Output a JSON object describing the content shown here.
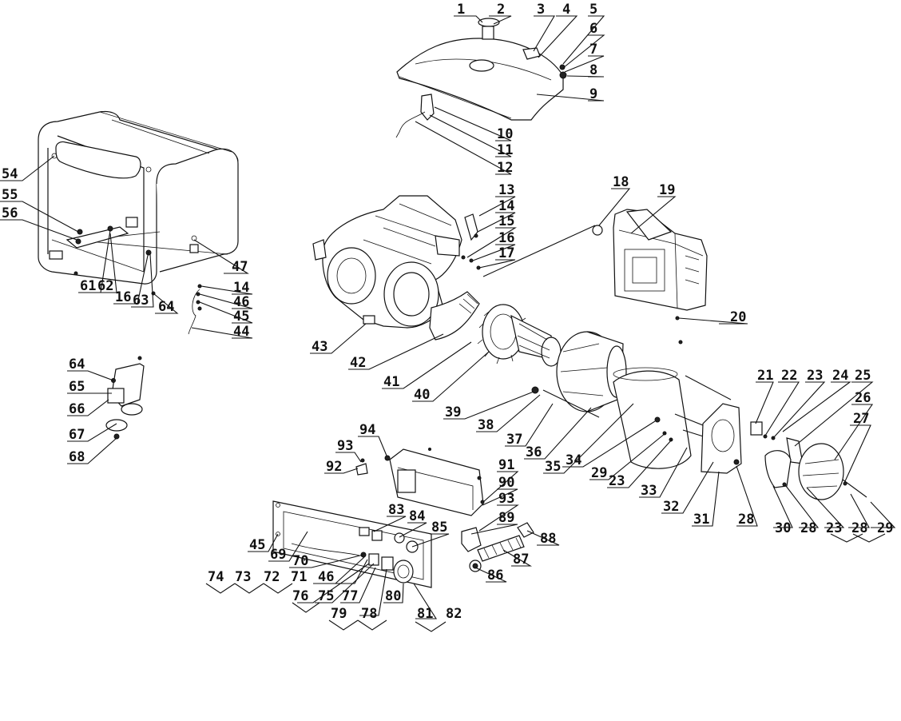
{
  "part_numbers": {
    "p1": "1",
    "p2": "2",
    "p3": "3",
    "p4": "4",
    "p5": "5",
    "p6": "6",
    "p7": "7",
    "p8": "8",
    "p9": "9",
    "p10": "10",
    "p11": "11",
    "p12": "12",
    "p13": "13",
    "p14": "14",
    "p15": "15",
    "p16": "16",
    "p17": "17",
    "p18": "18",
    "p19": "19",
    "p20": "20",
    "p21": "21",
    "p22": "22",
    "p23": "23",
    "p24": "24",
    "p25": "25",
    "p26": "26",
    "p27": "27",
    "p28": "28",
    "p29": "29",
    "p30": "30",
    "p31": "31",
    "p32": "32",
    "p33": "33",
    "p34": "34",
    "p35": "35",
    "p36": "36",
    "p37": "37",
    "p38": "38",
    "p39": "39",
    "p40": "40",
    "p41": "41",
    "p42": "42",
    "p43": "43",
    "p44": "44",
    "p45": "45",
    "p46": "46",
    "p47": "47",
    "p54": "54",
    "p55": "55",
    "p56": "56",
    "p61": "61",
    "p62": "62",
    "p63": "63",
    "p64": "64",
    "p65": "65",
    "p66": "66",
    "p67": "67",
    "p68": "68",
    "p69": "69",
    "p70": "70",
    "p71": "71",
    "p72": "72",
    "p73": "73",
    "p74": "74",
    "p75": "75",
    "p76": "76",
    "p77": "77",
    "p78": "78",
    "p79": "79",
    "p80": "80",
    "p81": "81",
    "p82": "82",
    "p83": "83",
    "p84": "84",
    "p85": "85",
    "p86": "86",
    "p87": "87",
    "p88": "88",
    "p89": "89",
    "p90": "90",
    "p91": "91",
    "p92": "92",
    "p93": "93",
    "p94": "94"
  }
}
